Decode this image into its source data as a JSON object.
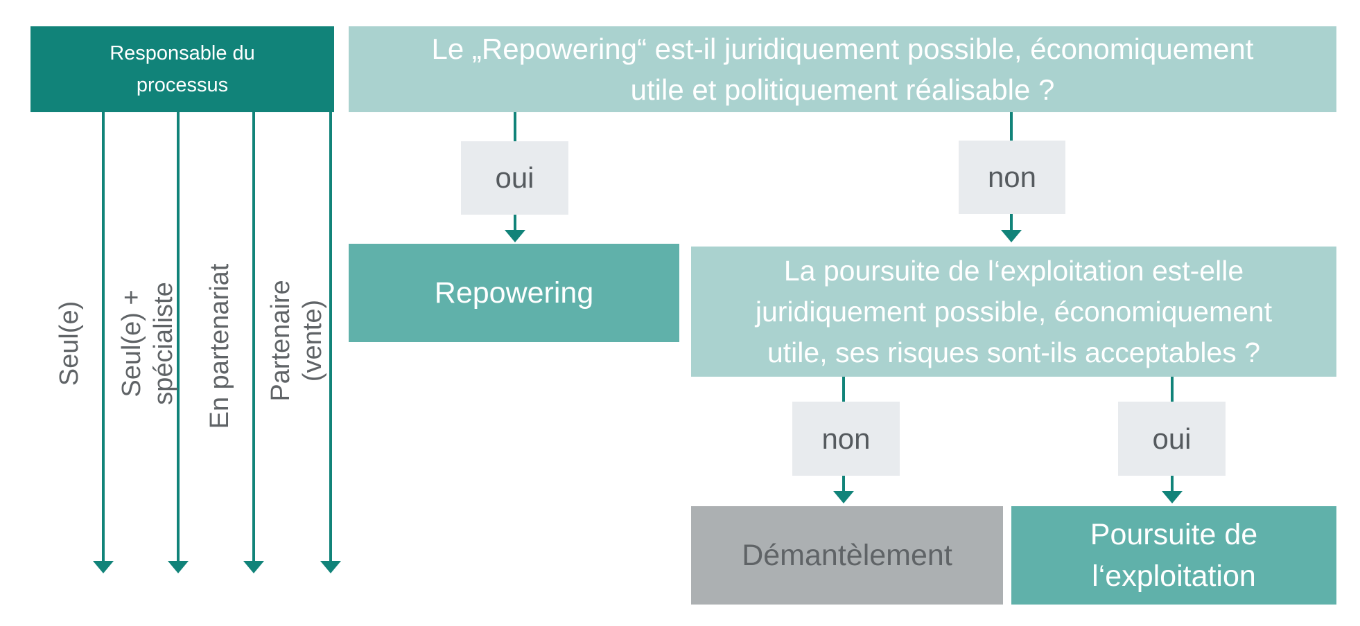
{
  "owner_header": "Responsable  du\nprocessus",
  "options": [
    "Seul(e)",
    "Seul(e)  +\nspécialiste",
    "En partenariat",
    "Partenaire\n(vente)"
  ],
  "question1": "Le „Repowering“ est-il juridiquement possible, économiquement\nutile et politiquement réalisable ?",
  "q1_yes": "oui",
  "q1_no": "non",
  "result_repowering": "Repowering",
  "question2": "La poursuite de l‘exploitation est-elle\njuridiquement possible, économiquement\nutile, ses risques sont-ils acceptables ?",
  "q2_no": "non",
  "q2_yes": "oui",
  "result_dismantle": "Démantèlement",
  "result_continue": "Poursuite de\nl‘exploitation",
  "colors": {
    "dark_teal": "#118379",
    "light_teal": "#aad2cf",
    "mid_teal": "#60b1aa",
    "grey_box": "#acb0b2",
    "label_bg": "#e8ebee"
  }
}
